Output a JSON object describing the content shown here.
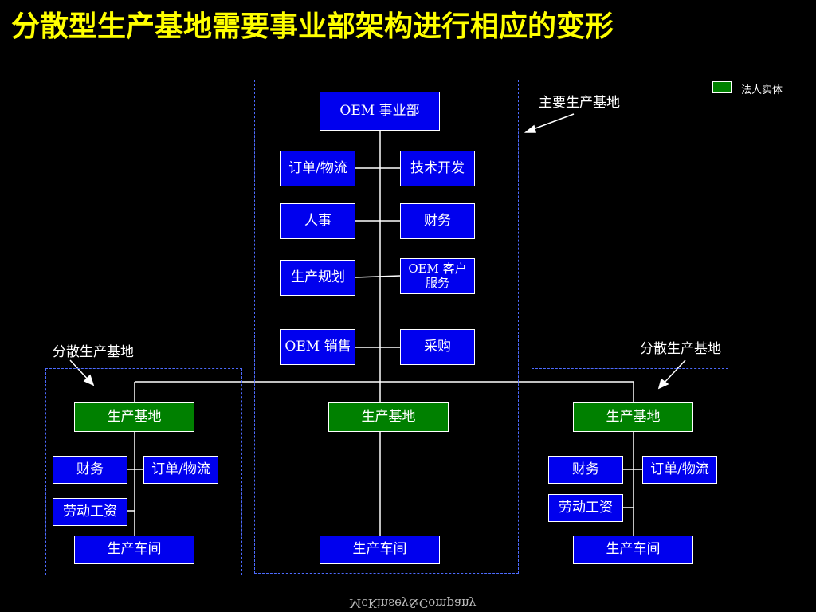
{
  "title": "分散型生产基地需要事业部架构进行相应的变形",
  "colors": {
    "title": "#ffff00",
    "background": "#000000",
    "box_blue": "#0000ee",
    "box_green": "#008000",
    "region_border": "#4d6bff",
    "text": "#ffffff"
  },
  "legend": {
    "label": "法人实体"
  },
  "labels": {
    "main_base": "主要生产基地",
    "dispersed_left": "分散生产基地",
    "dispersed_right": "分散生产基地"
  },
  "center": {
    "head": "OEM 事业部",
    "order_logistics": "订单/物流",
    "tech_dev": "技术开发",
    "hr": "人事",
    "finance": "财务",
    "production_planning": "生产规划",
    "oem_customer_service": "OEM 客户\n服务",
    "oem_sales": "OEM 销售",
    "procurement": "采购",
    "base": "生产基地",
    "workshop": "生产车间"
  },
  "left": {
    "base": "生产基地",
    "finance": "财务",
    "order_logistics": "订单/物流",
    "labor_wage": "劳动工资",
    "workshop": "生产车间"
  },
  "right": {
    "base": "生产基地",
    "finance": "财务",
    "order_logistics": "订单/物流",
    "labor_wage": "劳动工资",
    "workshop": "生产车间"
  },
  "footer": "McKinsey&Company"
}
